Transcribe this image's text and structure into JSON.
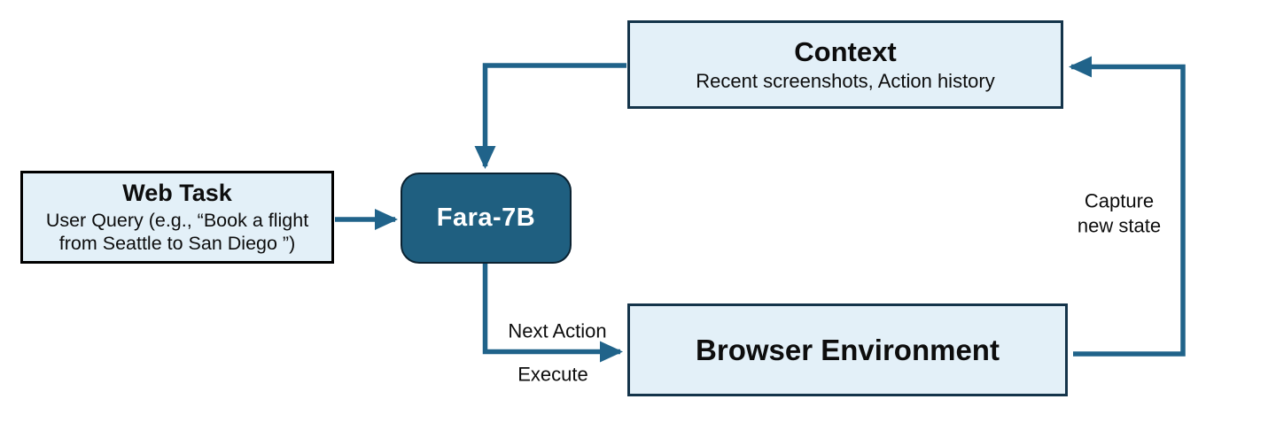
{
  "diagram": {
    "nodes": {
      "web_task": {
        "title": "Web Task",
        "subtitle": "User Query (e.g., “Book a flight from Seattle to San Diego ”)"
      },
      "fara": {
        "label": "Fara-7B"
      },
      "context": {
        "title": "Context",
        "subtitle": "Recent screenshots, Action history"
      },
      "browser": {
        "title": "Browser Environment"
      }
    },
    "edge_labels": {
      "next_action": "Next Action",
      "execute": "Execute",
      "capture_new_state": "Capture new state"
    },
    "colors": {
      "light_box_fill": "#e3f0f8",
      "light_box_border": "#14344a",
      "web_task_border": "#000000",
      "dark_node_fill": "#1f5f80",
      "dark_node_border": "#0b2231",
      "arrow": "#20638a",
      "text": "#0d0d0d",
      "dark_node_text": "#ffffff",
      "background": "#ffffff"
    }
  }
}
